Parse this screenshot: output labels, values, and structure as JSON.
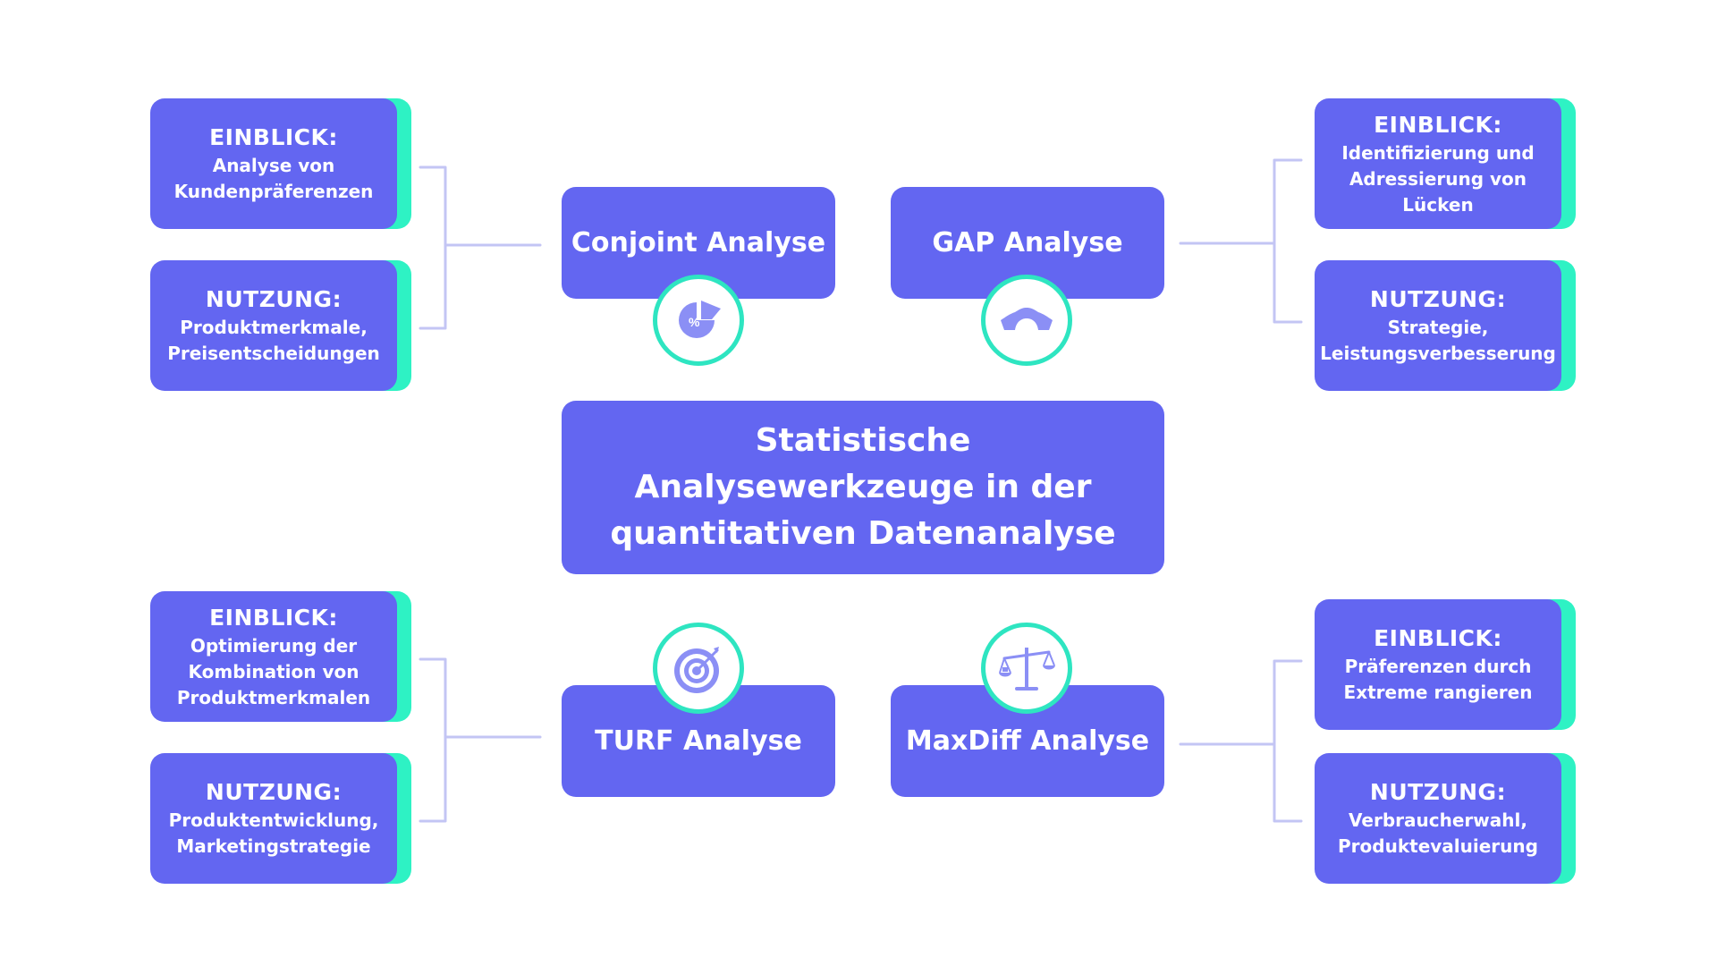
{
  "center": {
    "title": "Statistische Analysewerkzeuge in der quantitativen Datenanalyse"
  },
  "methods": {
    "conjoint": {
      "label": "Conjoint Analyse",
      "icon": "pie-chart-percent-icon",
      "insight_heading": "EINBLICK:",
      "insight_text": "Analyse von Kundenpräferenzen",
      "usage_heading": "NUTZUNG:",
      "usage_text": "Produktmerkmale, Preisentscheidungen"
    },
    "gap": {
      "label": "GAP Analyse",
      "icon": "bridge-icon",
      "insight_heading": "EINBLICK:",
      "insight_text": "Identifizierung und Adressierung von Lücken",
      "usage_heading": "NUTZUNG:",
      "usage_text": "Strategie, Leistungsverbesserung"
    },
    "turf": {
      "label": "TURF Analyse",
      "icon": "target-icon",
      "insight_heading": "EINBLICK:",
      "insight_text": "Optimierung der Kombination von Produktmerkmalen",
      "usage_heading": "NUTZUNG:",
      "usage_text": "Produktentwicklung, Marketingstrategie"
    },
    "maxdiff": {
      "label": "MaxDiff Analyse",
      "icon": "balance-scale-icon",
      "insight_heading": "EINBLICK:",
      "insight_text": "Präferenzen durch Extreme rangieren",
      "usage_heading": "NUTZUNG:",
      "usage_text": "Verbraucherwahl, Produktevaluierung"
    }
  },
  "colors": {
    "box": "#6366f1",
    "accent": "#2ef2c4",
    "connector": "#c3c5f4",
    "icon": "#8b8ff5"
  }
}
